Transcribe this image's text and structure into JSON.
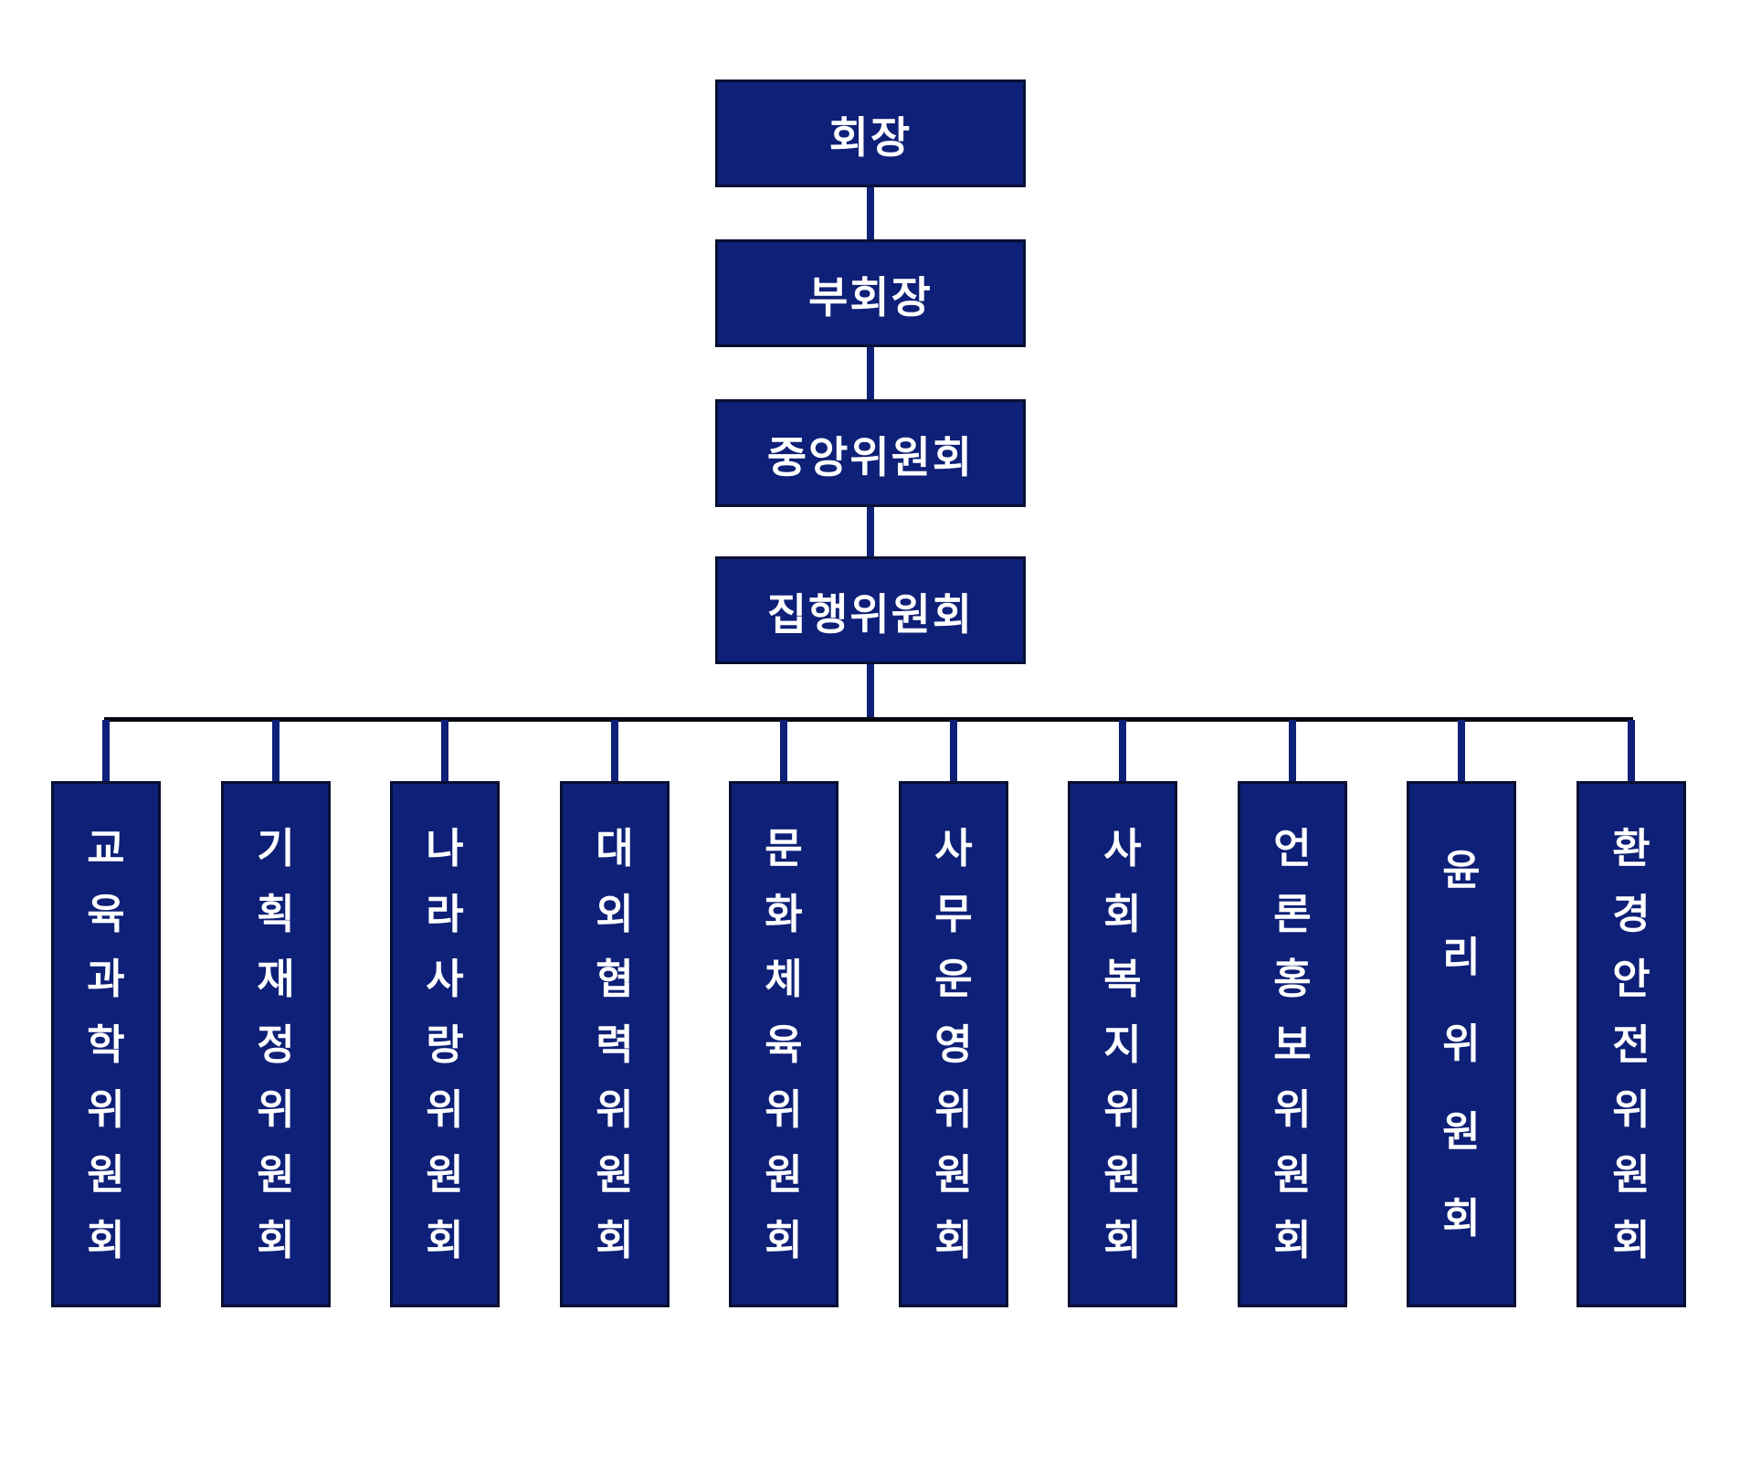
{
  "org": {
    "top_levels": [
      {
        "label": "회장"
      },
      {
        "label": "부회장"
      },
      {
        "label": "중앙위원회"
      },
      {
        "label": "집행위원회"
      }
    ],
    "committees": [
      {
        "label": "교육과학위원회"
      },
      {
        "label": "기획재정위원회"
      },
      {
        "label": "나라사랑위원회"
      },
      {
        "label": "대외협력위원회"
      },
      {
        "label": "문화체육위원회"
      },
      {
        "label": "사무운영위원회"
      },
      {
        "label": "사회복지위원회"
      },
      {
        "label": "언론홍보위원회"
      },
      {
        "label": "윤리위원회"
      },
      {
        "label": "환경안전위원회"
      }
    ]
  },
  "colors": {
    "node_fill": "#0e2077",
    "node_border": "#070f33",
    "connector": "#0e2077",
    "horizontal_line": "#01040e",
    "text": "#ffffff",
    "background": "#ffffff"
  }
}
